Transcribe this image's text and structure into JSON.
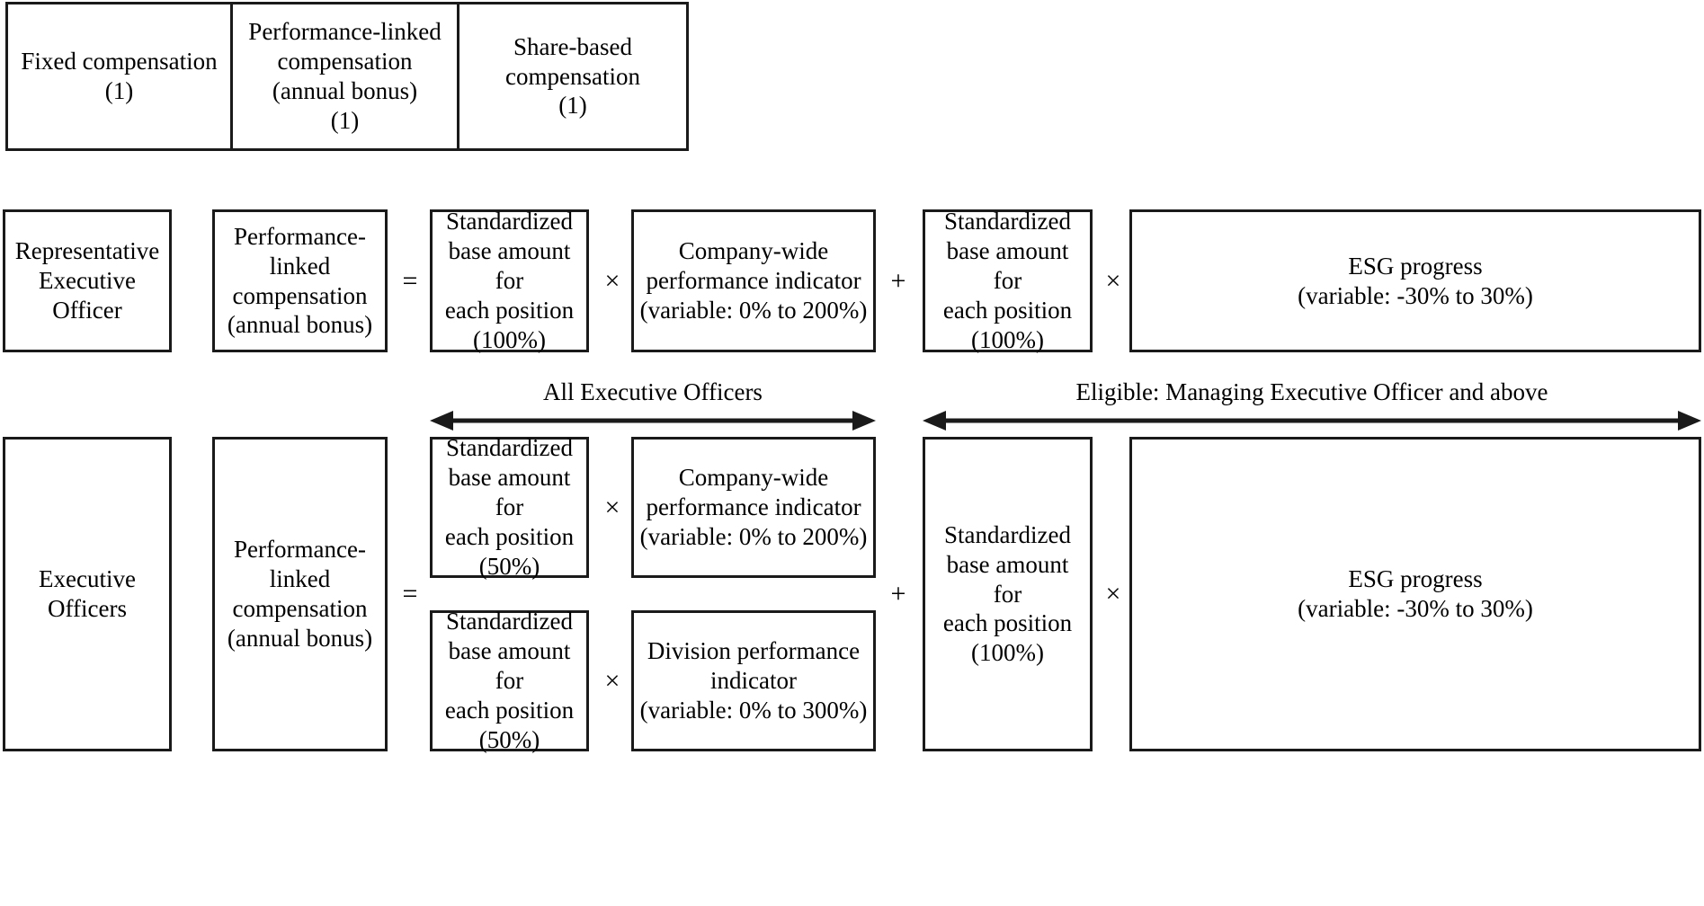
{
  "figure": {
    "type": "compensation-structure-diagram",
    "background": "#ffffff",
    "line_color": "#1a1a1a"
  },
  "top_row": {
    "cells": [
      {
        "name": "fixed-compensation",
        "line1": "Fixed compensation",
        "line2": "(1)"
      },
      {
        "name": "performance-linked-compensation",
        "line1": "Performance-linked",
        "line2": "compensation",
        "line3": "(annual bonus)",
        "line4": "(1)"
      },
      {
        "name": "share-based-compensation",
        "line1": "Share-based",
        "line2": "compensation",
        "line3": "(1)"
      }
    ]
  },
  "rows": [
    {
      "id": "representative-executive-officer",
      "role": {
        "line1": "Representative",
        "line2": "Executive",
        "line3": "Officer"
      },
      "component": {
        "line1": "Performance-",
        "line2": "linked",
        "line3": "compensation",
        "line4": "(annual bonus)"
      },
      "equals": "=",
      "terms": [
        {
          "base": {
            "line1": "Standardized",
            "line2": "base amount for",
            "line3": "each position",
            "line4": "(100%)"
          },
          "times": "×",
          "indicator": {
            "line1": "Company-wide",
            "line2": "performance indicator",
            "line3": "(variable: 0% to 200%)"
          }
        },
        {
          "base": {
            "line1": "Standardized",
            "line2": "base amount for",
            "line3": "each position",
            "line4": "(100%)"
          },
          "times": "×",
          "indicator": {
            "line1": "ESG progress",
            "line2": "(variable: -30% to 30%)"
          }
        }
      ],
      "plus": "+"
    },
    {
      "id": "executive-officers",
      "role": {
        "line1": "Executive",
        "line2": "Officers"
      },
      "component": {
        "line1": "Performance-",
        "line2": "linked",
        "line3": "compensation",
        "line4": "(annual bonus)"
      },
      "equals": "=",
      "terms": [
        {
          "base": {
            "line1": "Standardized",
            "line2": "base amount for",
            "line3": "each position",
            "line4": "(50%)"
          },
          "times": "×",
          "indicator": {
            "line1": "Company-wide",
            "line2": "performance indicator",
            "line3": "(variable: 0% to 200%)"
          }
        },
        {
          "base": {
            "line1": "Standardized",
            "line2": "base amount for",
            "line3": "each position",
            "line4": "(50%)"
          },
          "times": "×",
          "indicator": {
            "line1": "Division performance",
            "line2": "indicator",
            "line3": "(variable: 0% to 300%)"
          }
        },
        {
          "base": {
            "line1": "Standardized",
            "line2": "base amount for",
            "line3": "each position",
            "line4": "(100%)"
          },
          "times": "×",
          "indicator": {
            "line1": "ESG progress",
            "line2": "(variable: -30% to 30%)"
          }
        }
      ],
      "plus": "+"
    }
  ],
  "scope_arrows": [
    {
      "id": "all-executive-officers",
      "label": "All Executive Officers"
    },
    {
      "id": "eligible-managing-executive-officer",
      "label": "Eligible: Managing Executive Officer and above"
    }
  ]
}
